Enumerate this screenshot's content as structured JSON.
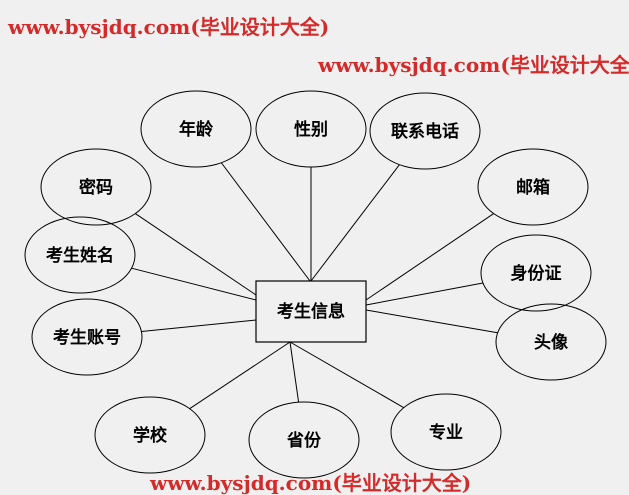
{
  "entity": {
    "label": "考生信息"
  },
  "attributes": [
    {
      "id": "password",
      "label": "密码"
    },
    {
      "id": "age",
      "label": "年龄"
    },
    {
      "id": "gender",
      "label": "性别"
    },
    {
      "id": "phone",
      "label": "联系电话"
    },
    {
      "id": "email",
      "label": "邮箱"
    },
    {
      "id": "name",
      "label": "考生姓名"
    },
    {
      "id": "idcard",
      "label": "身份证"
    },
    {
      "id": "account",
      "label": "考生账号"
    },
    {
      "id": "avatar",
      "label": "头像"
    },
    {
      "id": "school",
      "label": "学校"
    },
    {
      "id": "province",
      "label": "省份"
    },
    {
      "id": "major",
      "label": "专业"
    }
  ],
  "watermark": "www.bysjdq.com(毕业设计大全)",
  "colors": {
    "background": "#f0f0f0",
    "watermark": "#d42a2a",
    "stroke": "#000000"
  }
}
